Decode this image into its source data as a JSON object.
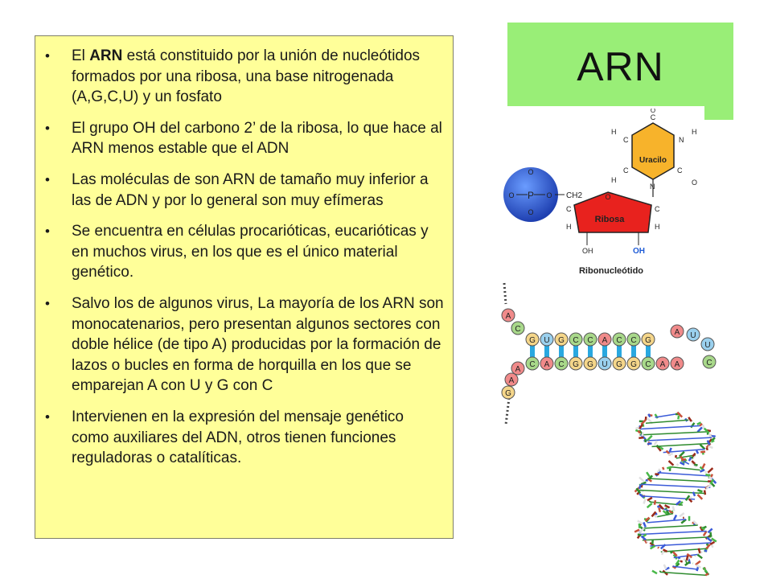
{
  "title": "ARN",
  "bullets": [
    {
      "pre": "El ",
      "bold": "ARN",
      "post": " está constituido por la unión de nucleótidos formados por una ribosa, una base nitrogenada (A,G,C,U) y un fosfato"
    },
    {
      "pre": "El grupo OH del carbono 2’ de la ribosa, lo que hace al ARN menos estable que el ADN",
      "bold": "",
      "post": ""
    },
    {
      "pre": "Las moléculas de son ARN de tamaño muy inferior a las de ADN y por lo general son muy efímeras",
      "bold": "",
      "post": ""
    },
    {
      "pre": "Se encuentra en células procarióticas, eucarióticas y en muchos virus, en los que es el único material genético.",
      "bold": "",
      "post": ""
    },
    {
      "pre": "Salvo los de algunos virus, La mayoría de los ARN son monocatenarios, pero  presentan algunos sectores con doble hélice (de tipo A) producidas por la formación de lazos o bucles en forma de horquilla en los que se emparejan A con U y G con C",
      "bold": "",
      "post": ""
    },
    {
      "pre": "Intervienen en la expresión del mensaje genético como auxiliares del ADN,  otros tienen funciones reguladoras o catalíticas.",
      "bold": "",
      "post": ""
    }
  ],
  "ribonucleotide": {
    "caption": "Ribonucleótido",
    "base_label": "Uracilo",
    "sugar_label": "Ribosa",
    "phosphate_atom": "P",
    "oxygen": "O",
    "hydrogen": "H",
    "nitrogen": "N",
    "carbon": "C",
    "ch2": "CH2",
    "hydroxyl": "OH",
    "colors": {
      "base": "#f7b32b",
      "sugar": "#e8221e",
      "phosphate": "#2255c8",
      "oh": "#1e5bd6"
    }
  },
  "hairpin": {
    "top_strand": [
      "A",
      "C",
      "G",
      "U",
      "G",
      "C",
      "C",
      "A",
      "C",
      "C",
      "G"
    ],
    "bottom_strand": [
      "G",
      "A",
      "A",
      "C",
      "A",
      "C",
      "G",
      "G",
      "U",
      "G",
      "G",
      "C",
      "A",
      "A"
    ],
    "loop": [
      "A",
      "U",
      "U",
      "C"
    ],
    "colors": {
      "A": "#f08a8a",
      "C": "#a8d88a",
      "G": "#f5d68a",
      "U": "#9ad0ee",
      "bond": "#29a8e0"
    }
  }
}
